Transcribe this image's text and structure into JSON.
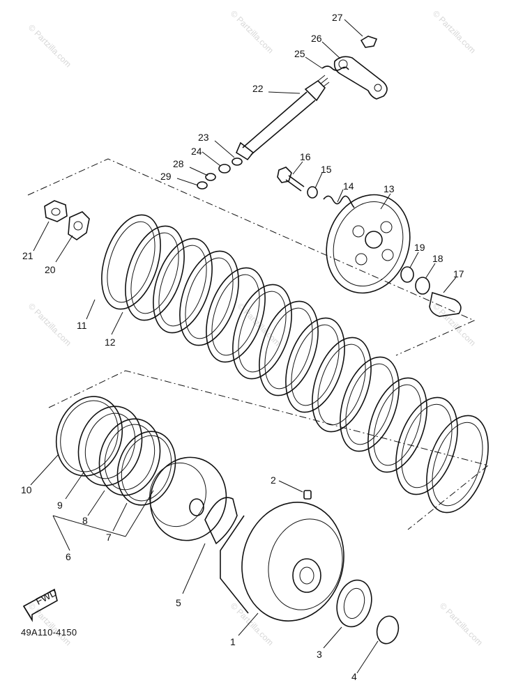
{
  "watermark": "© Partzilla.com",
  "diagram_code": "49A110-4150",
  "fwd_label": "FWD",
  "parts": {
    "p1": "1",
    "p2": "2",
    "p3": "3",
    "p4": "4",
    "p5": "5",
    "p6": "6",
    "p7": "7",
    "p8": "8",
    "p9": "9",
    "p10": "10",
    "p11": "11",
    "p12": "12",
    "p13": "13",
    "p14": "14",
    "p15": "15",
    "p16": "16",
    "p17": "17",
    "p18": "18",
    "p19": "19",
    "p20": "20",
    "p21": "21",
    "p22": "22",
    "p23": "23",
    "p24": "24",
    "p25": "25",
    "p26": "26",
    "p27": "27",
    "p28": "28",
    "p29": "29"
  }
}
